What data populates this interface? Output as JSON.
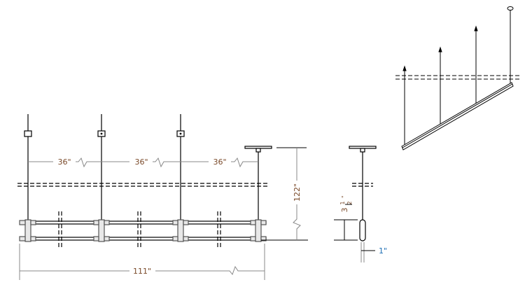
{
  "drawing": {
    "front_view": {
      "spacing_labels": [
        "36\"",
        "36\"",
        "36\""
      ],
      "overall_length": "111\"",
      "overall_height": "122\""
    },
    "side_view": {
      "fixture_height_whole": "3",
      "fixture_height_num": "1",
      "fixture_height_den": "2",
      "fixture_height_unit": "\"",
      "fixture_width": "1\""
    },
    "colors": {
      "line": "#000000",
      "dim_line": "#888888",
      "dim_text": "#7a4a2a",
      "dim_text_blue": "#1f6fb5"
    }
  }
}
